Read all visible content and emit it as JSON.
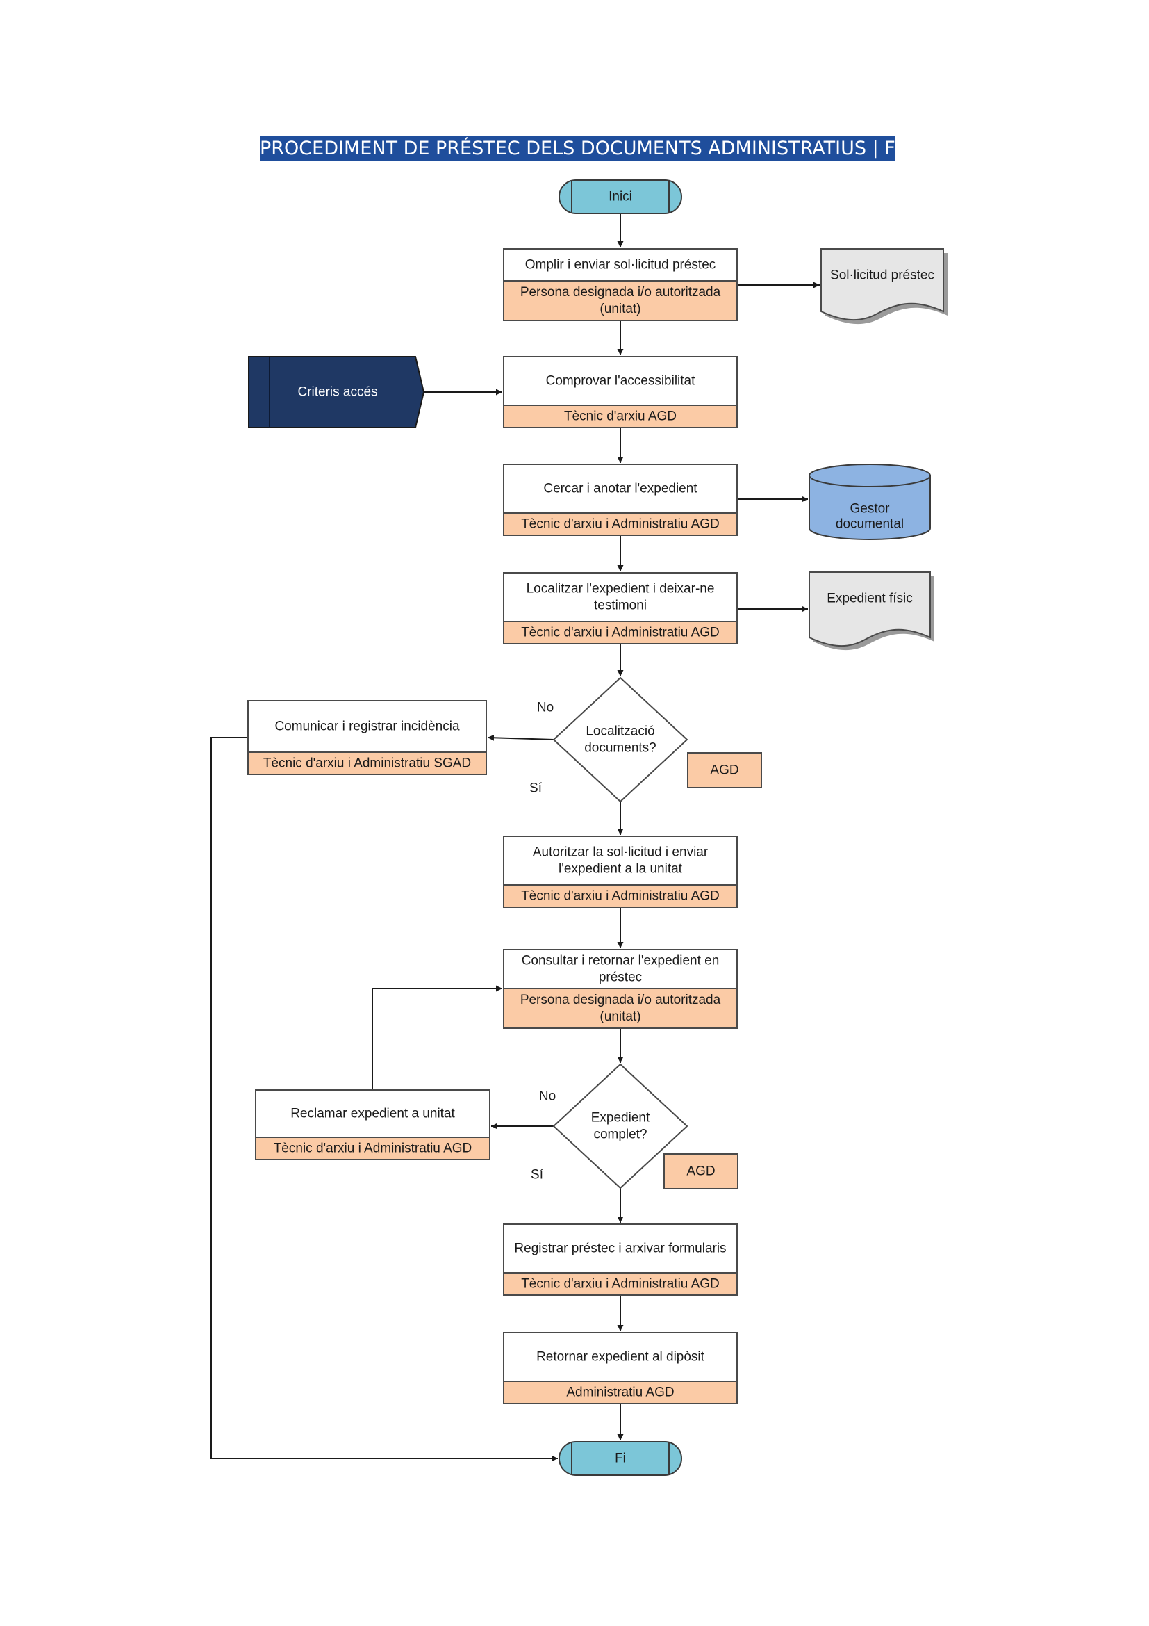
{
  "title": "PROCEDIMENT DE PRÉSTEC DELS DOCUMENTS ADMINISTRATIUS | FLUX",
  "start": "Inici",
  "end": "Fi",
  "steps": [
    {
      "activity": [
        "Omplir i enviar sol·licitud préstec"
      ],
      "role": [
        "Persona designada i/o autoritzada",
        "(unitat)"
      ]
    },
    {
      "activity": [
        "Comprovar l'accessibilitat"
      ],
      "role": [
        "Tècnic d'arxiu AGD"
      ]
    },
    {
      "activity": [
        "Cercar i anotar l'expedient"
      ],
      "role": [
        "Tècnic d'arxiu i Administratiu AGD"
      ]
    },
    {
      "activity": [
        "Localitzar l'expedient i deixar-ne",
        "testimoni"
      ],
      "role": [
        "Tècnic d'arxiu i Administratiu AGD"
      ]
    },
    {
      "activity": [
        "Autoritzar la sol·licitud i enviar",
        "l'expedient a la unitat"
      ],
      "role": [
        "Tècnic d'arxiu i Administratiu AGD"
      ]
    },
    {
      "activity": [
        "Consultar i retornar l'expedient en",
        "préstec"
      ],
      "role": [
        "Persona designada i/o autoritzada",
        "(unitat)"
      ]
    },
    {
      "activity": [
        "Registrar préstec i arxivar formularis"
      ],
      "role": [
        "Tècnic d'arxiu i Administratiu AGD"
      ]
    },
    {
      "activity": [
        "Retornar expedient al dipòsit"
      ],
      "role": [
        "Administratiu AGD"
      ]
    }
  ],
  "side_steps": [
    {
      "activity": [
        "Comunicar i registrar incidència"
      ],
      "role": [
        "Tècnic d'arxiu i Administratiu SGAD"
      ]
    },
    {
      "activity": [
        "Reclamar expedient a unitat"
      ],
      "role": [
        "Tècnic d'arxiu i Administratiu AGD"
      ]
    }
  ],
  "decisions": [
    {
      "question": [
        "Localització",
        "documents?"
      ],
      "no": "No",
      "yes": "Sí",
      "owner": "AGD"
    },
    {
      "question": [
        "Expedient",
        "complet?"
      ],
      "no": "No",
      "yes": "Sí",
      "owner": "AGD"
    }
  ],
  "documents": {
    "request": "Sol·licitud préstec",
    "physical_file": "Expedient físic"
  },
  "input_criteria": "Criteris accés",
  "database": [
    "Gestor",
    "documental"
  ],
  "colors": {
    "title_bg": "#1f4e9c",
    "terminator": "#7cc6d8",
    "role_fill": "#fbcba6",
    "criteria_fill": "#1f3864",
    "database_fill": "#8db3e2",
    "document_fill": "#e6e6e6"
  }
}
